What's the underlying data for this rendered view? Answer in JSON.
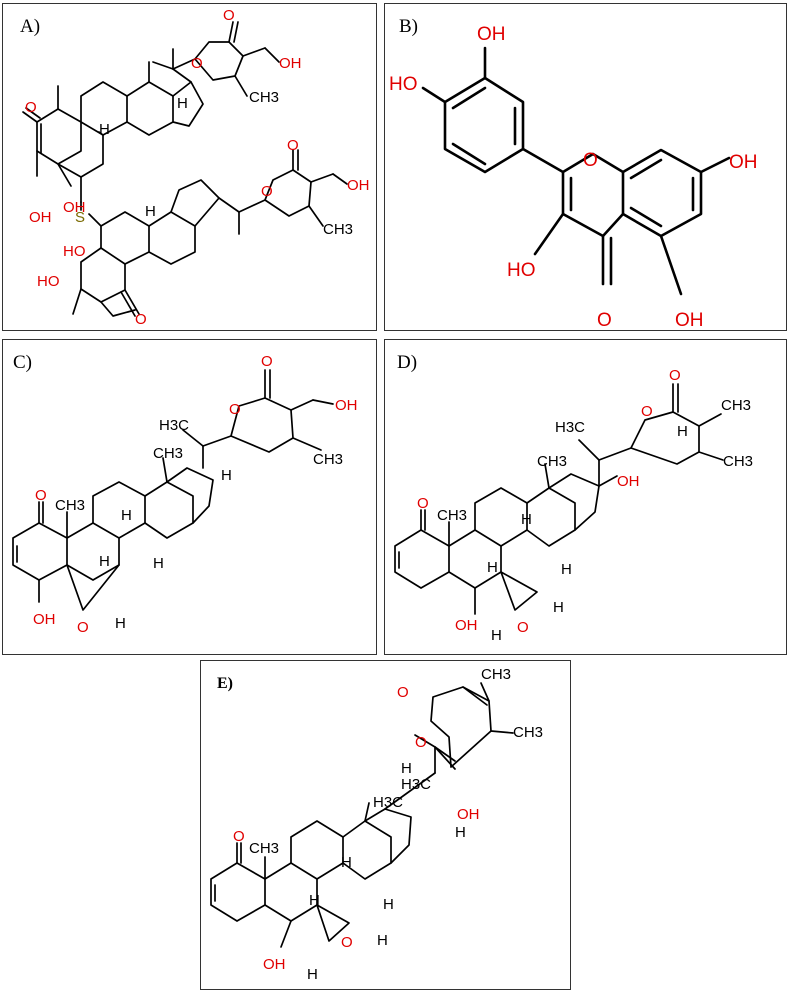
{
  "panels": [
    {
      "label": "A)"
    },
    {
      "label": "B)"
    },
    {
      "label": "C)"
    },
    {
      "label": "D)"
    },
    {
      "label": "E)"
    }
  ],
  "atoms": {
    "O": "O",
    "OH": "OH",
    "HO": "HO",
    "H": "H",
    "S": "S",
    "CH3": "CH3",
    "H3C": "H3C"
  },
  "colors": {
    "heteroatom": "#e00000",
    "carbon": "#000000",
    "sulfur": "#7a6a00",
    "border": "#333333"
  }
}
